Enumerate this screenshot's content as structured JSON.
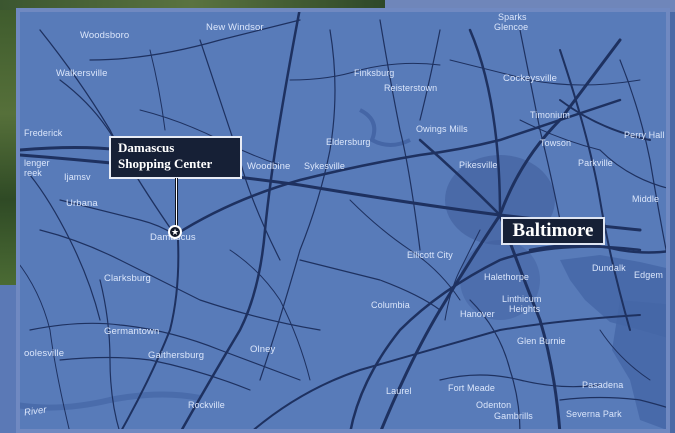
{
  "callout": {
    "line1": "Damascus",
    "line2": "Shopping Center"
  },
  "city_badge": "Baltimore",
  "places": {
    "woodsboro": "Woodsboro",
    "new_windsor": "New Windsor",
    "sparks": "Sparks",
    "glencoe": "Glencoe",
    "walkersville": "Walkersville",
    "finksburg": "Finksburg",
    "reisterstown": "Reisterstown",
    "cockeysville": "Cockeysville",
    "timonium": "Timonium",
    "frederick": "Frederick",
    "owings_mills": "Owings Mills",
    "eldersburg": "Eldersburg",
    "towson": "Towson",
    "perry_hall": "Perry Hall",
    "lenger": "lenger",
    "reek": "reek",
    "ijamsville": "Ijamsv",
    "woodbine": "Woodbine",
    "sykesville": "Sykesville",
    "pikesville": "Pikesville",
    "parkville": "Parkville",
    "urbana": "Urbana",
    "middle": "Middle",
    "damascus_map": "Damascus",
    "ellicott_city": "Ellicott City",
    "clarksburg": "Clarksburg",
    "dundalk": "Dundalk",
    "edgemere": "Edgem",
    "halethorpe": "Halethorpe",
    "columbia": "Columbia",
    "linthicum": "Linthicum",
    "heights": "Heights",
    "hanover": "Hanover",
    "germantown": "Germantown",
    "poolesville": "oolesville",
    "gaithersburg": "Gaithersburg",
    "olney": "Olney",
    "glen_burnie": "Glen Burnie",
    "rockville": "Rockville",
    "laurel": "Laurel",
    "fort_meade": "Fort Meade",
    "pasadena": "Pasadena",
    "odenton": "Odenton",
    "gambrills": "Gambrills",
    "severna_park": "Severna Park",
    "river": "River"
  },
  "colors": {
    "map_fill": "#587bb9",
    "road": "#1e3160",
    "label": "#dbe6fb",
    "badge": "#162036"
  }
}
